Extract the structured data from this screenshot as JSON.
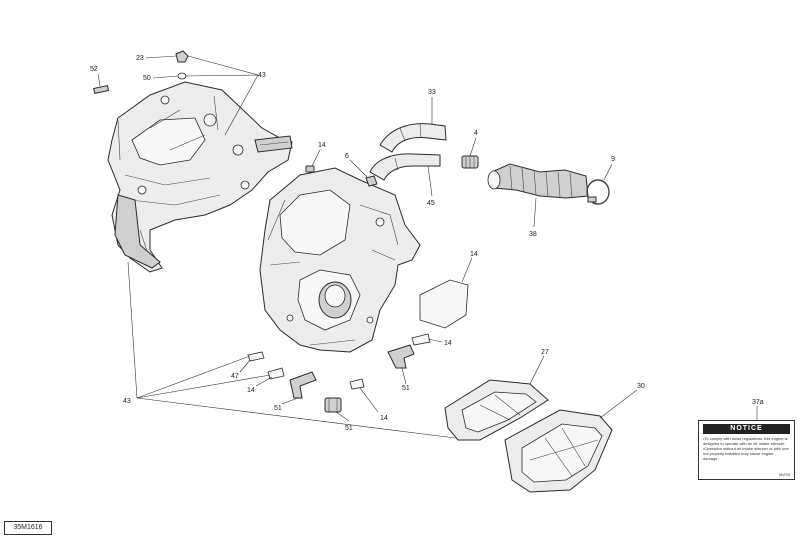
{
  "callouts": [
    {
      "id": "c52",
      "label": "52"
    },
    {
      "id": "c23",
      "label": "23"
    },
    {
      "id": "c50",
      "label": "50"
    },
    {
      "id": "c43a",
      "label": "43"
    },
    {
      "id": "c43b",
      "label": "43"
    },
    {
      "id": "c33",
      "label": "33"
    },
    {
      "id": "c4",
      "label": "4"
    },
    {
      "id": "c9",
      "label": "9"
    },
    {
      "id": "c14a",
      "label": "14"
    },
    {
      "id": "c6",
      "label": "6"
    },
    {
      "id": "c45",
      "label": "45"
    },
    {
      "id": "c38",
      "label": "38"
    },
    {
      "id": "c14b",
      "label": "14"
    },
    {
      "id": "c14c",
      "label": "14"
    },
    {
      "id": "c27",
      "label": "27"
    },
    {
      "id": "c47",
      "label": "47"
    },
    {
      "id": "c14d",
      "label": "14"
    },
    {
      "id": "c51a",
      "label": "51"
    },
    {
      "id": "c30",
      "label": "30"
    },
    {
      "id": "c51b",
      "label": "51"
    },
    {
      "id": "c14e",
      "label": "14"
    },
    {
      "id": "c51c",
      "label": "51"
    },
    {
      "id": "c37a",
      "label": "37a"
    }
  ],
  "notice": {
    "title": "NOTICE",
    "line1": "•To comply with noise regulations, this engine is designed to operate with an air intake silencer.",
    "line2": "•Operation without air intake silencer or with one not properly installed may cause engine damage.",
    "ref": "MVS4"
  },
  "document_code": "35M1616"
}
